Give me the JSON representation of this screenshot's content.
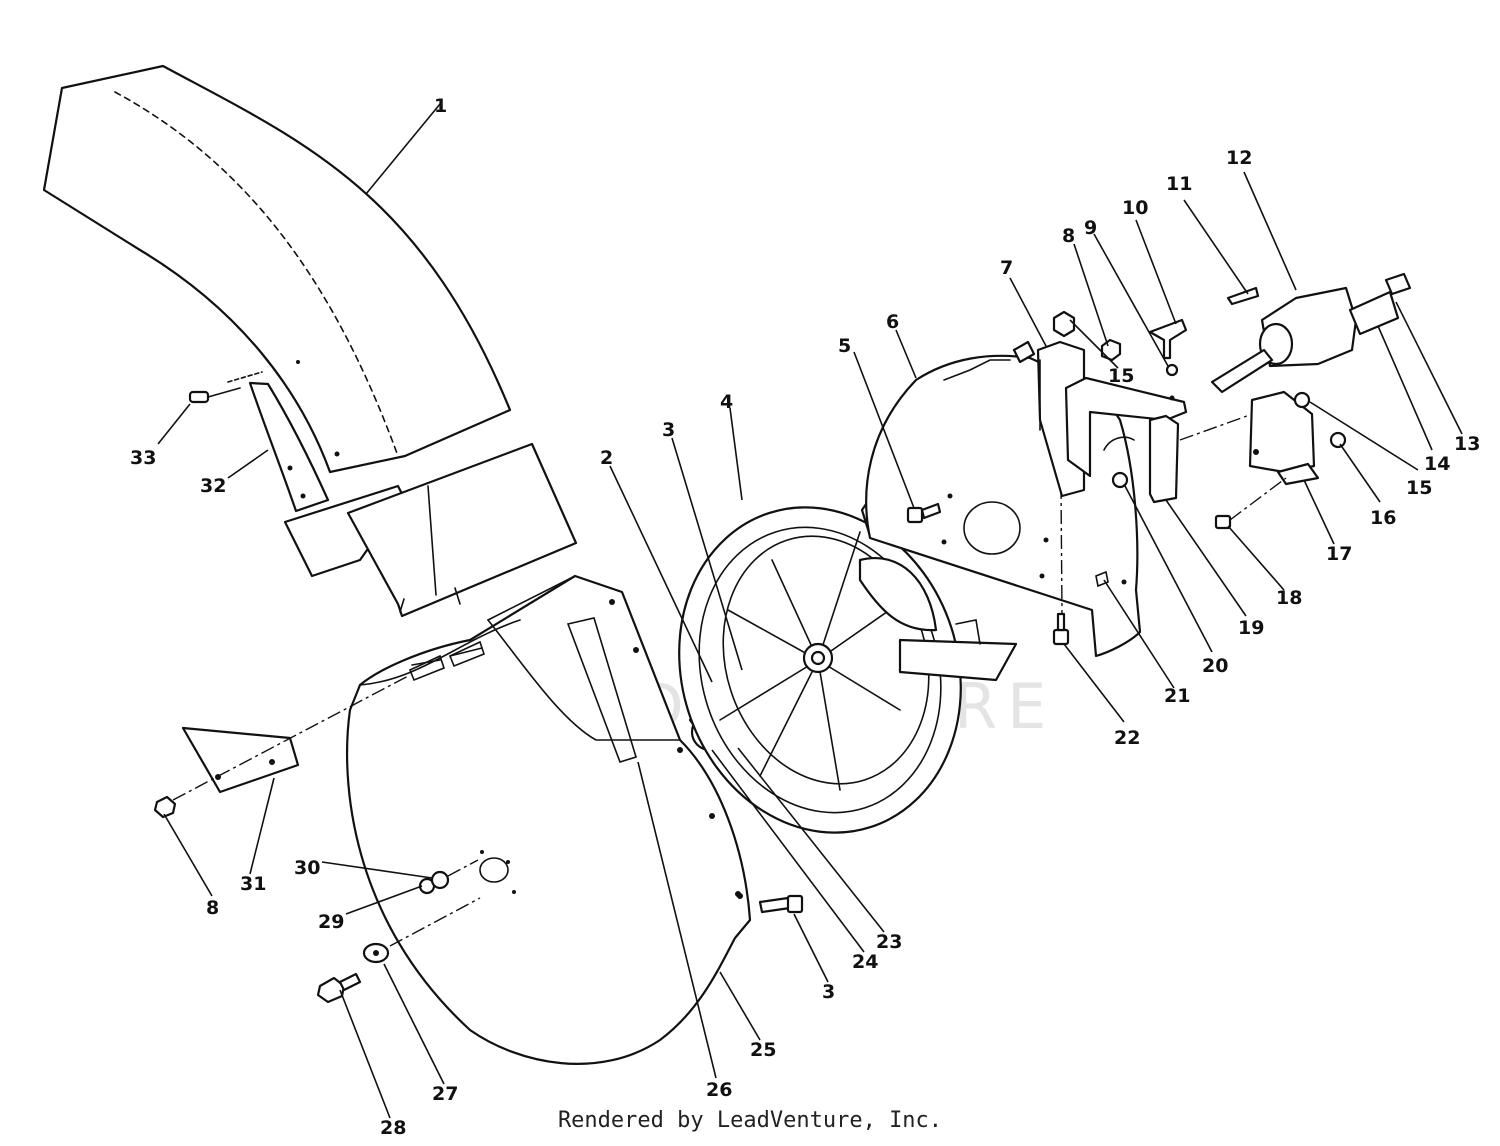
{
  "watermark": "LEADVENTURE",
  "footer": "Rendered by LeadVenture, Inc.",
  "callouts": [
    "1",
    "2",
    "3",
    "4",
    "5",
    "6",
    "7",
    "8",
    "9",
    "10",
    "11",
    "12",
    "13",
    "14",
    "15",
    "15",
    "16",
    "17",
    "18",
    "19",
    "20",
    "21",
    "22",
    "23",
    "24",
    "3",
    "25",
    "26",
    "27",
    "28",
    "29",
    "30",
    "31",
    "8",
    "32",
    "33"
  ]
}
